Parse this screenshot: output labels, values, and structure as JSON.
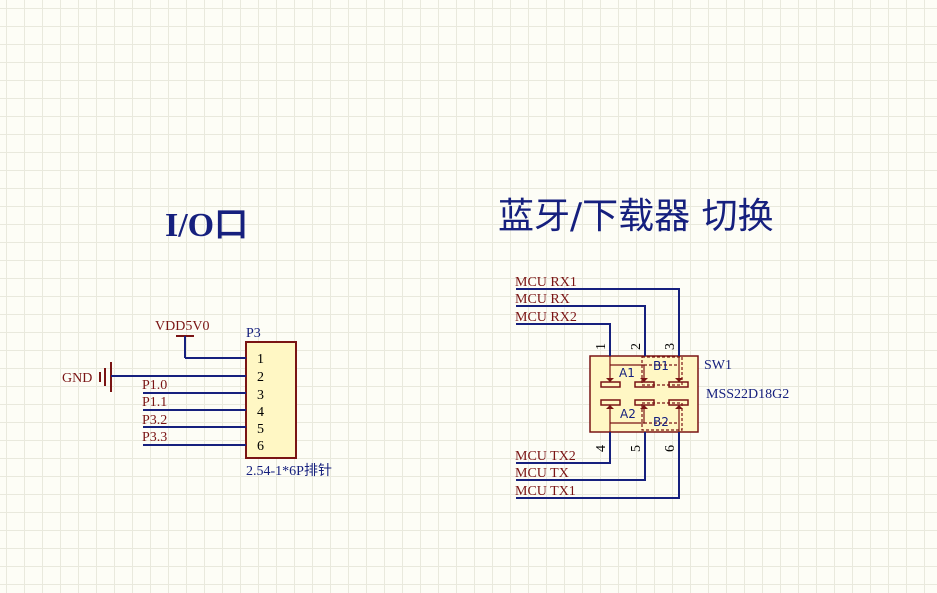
{
  "titles": {
    "io": "I/O口",
    "switch": "蓝牙/下载器 切换"
  },
  "header": {
    "designator": "P3",
    "comment": "2.54-1*6P排针",
    "pins": [
      "1",
      "2",
      "3",
      "4",
      "5",
      "6"
    ]
  },
  "power": {
    "vdd": "VDD5V0",
    "gnd": "GND"
  },
  "io_nets": [
    "P1.0",
    "P1.1",
    "P3.2",
    "P3.3"
  ],
  "switch": {
    "designator": "SW1",
    "part": "MSS22D18G2",
    "pins_top": [
      "1",
      "2",
      "3"
    ],
    "pins_bottom": [
      "4",
      "5",
      "6"
    ],
    "labels": {
      "a1": "A1",
      "b1": "B1",
      "a2": "A2",
      "b2": "B2"
    },
    "nets_top": [
      "MCU RX1",
      "MCU RX",
      "MCU RX2"
    ],
    "nets_bottom": [
      "MCU TX2",
      "MCU TX",
      "MCU TX1"
    ]
  },
  "colors": {
    "wire": "#16207e",
    "component_border": "#7a1414",
    "component_fill": "#fff7c4",
    "net_text": "#7a1414",
    "title": "#16207e"
  }
}
